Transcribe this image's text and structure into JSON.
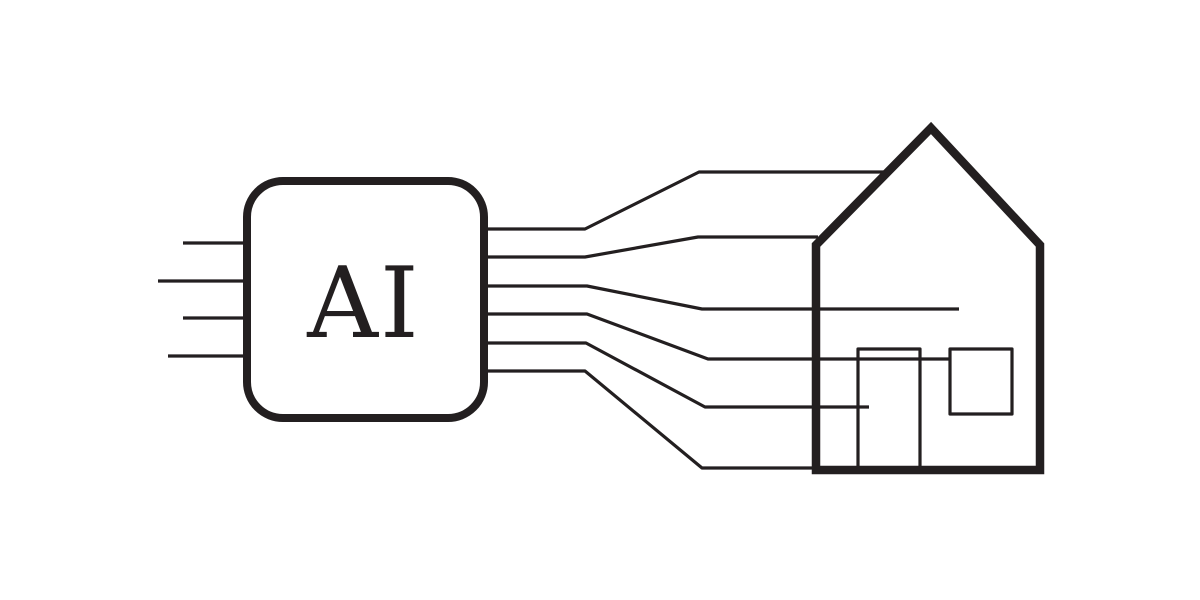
{
  "page": {
    "background_color": "#ffffff"
  },
  "illustration": {
    "ink_color": "#231f20",
    "chip": {
      "label": "AI",
      "icon": "ai-chip-icon",
      "left_pin_count": 4
    },
    "house": {
      "icon": "house-icon",
      "features": [
        "door",
        "window"
      ]
    },
    "connections": {
      "wire_count": 6
    }
  }
}
